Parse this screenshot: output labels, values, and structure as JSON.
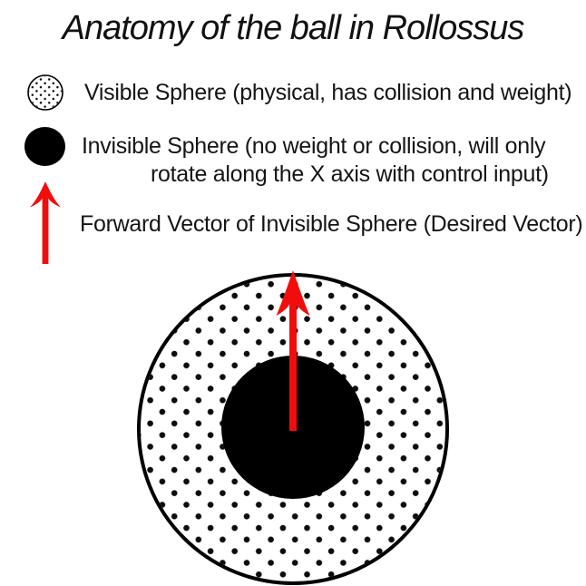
{
  "title": "Anatomy of the ball in Rollossus",
  "legend": {
    "items": [
      {
        "icon": "dotted-circle-icon",
        "label": "Visible Sphere (physical, has collision and weight)"
      },
      {
        "icon": "black-circle-icon",
        "label_line1": "Invisible Sphere (no weight or collision, will only",
        "label_line2": "rotate along the X axis with control input)"
      },
      {
        "icon": "red-arrow-icon",
        "label": "Forward Vector of Invisible Sphere (Desired Vector)"
      }
    ]
  },
  "diagram": {
    "visible_sphere_fill": "black-dot-pattern-on-white",
    "visible_sphere_outline": "#000000",
    "invisible_sphere_fill": "#000000",
    "forward_vector_color": "#f20d0d",
    "forward_vector_direction": "up-from-center"
  },
  "colors": {
    "background": "#ffffff",
    "ink": "#151515",
    "arrow_red": "#f20d0d"
  }
}
